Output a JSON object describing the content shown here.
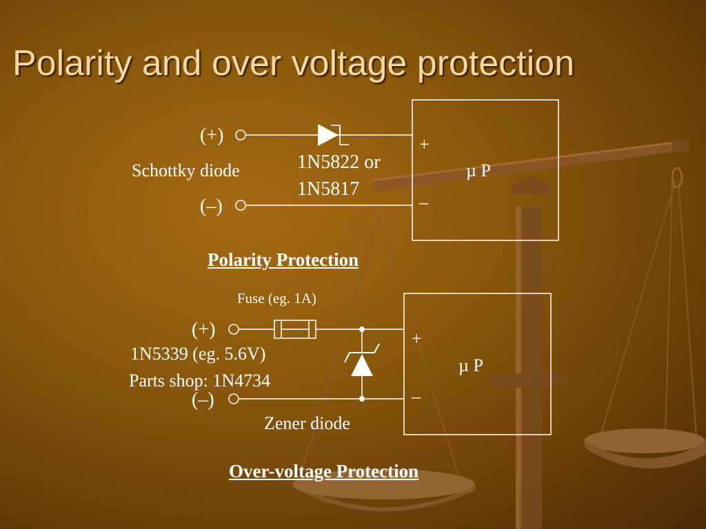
{
  "slide": {
    "title": "Polarity and over voltage protection"
  },
  "polarity": {
    "plus_terminal": "(+)",
    "minus_terminal": "(–)",
    "diode_label": "Schottky diode",
    "part_line1": "1N5822 or",
    "part_line2": "1N5817",
    "box_plus": "+",
    "box_minus": "_",
    "box_label": "µ P",
    "heading": "Polarity Protection"
  },
  "overvoltage": {
    "fuse_label": "Fuse (eg. 1A)",
    "plus_terminal": "(+)",
    "minus_terminal": "(–)",
    "part_line1": "1N5339 (eg. 5.6V)",
    "part_line2": "Parts shop: 1N4734",
    "diode_label": "Zener diode",
    "box_plus": "+",
    "box_minus": "_",
    "box_label": "µ P",
    "heading": "Over-voltage Protection"
  }
}
